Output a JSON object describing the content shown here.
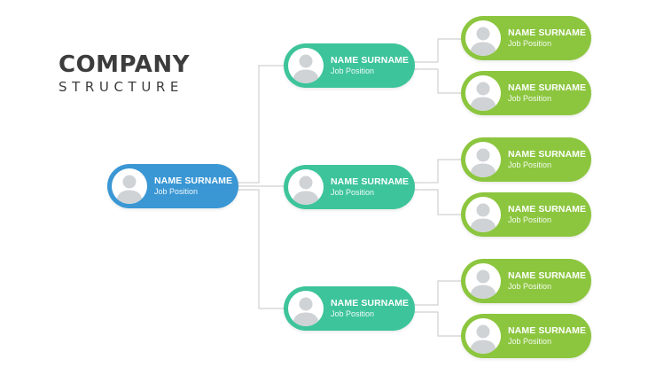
{
  "title": {
    "main": "COMPANY",
    "sub": "STRUCTURE"
  },
  "colors": {
    "root": "#3a97d4",
    "level1": "#3dc49a",
    "level2": "#8cc63f",
    "connector": "#d0d0d0",
    "avatar": "#cfd3d6"
  },
  "nodes": {
    "root": {
      "name": "NAME SURNAME",
      "role": "Job Position"
    },
    "l1a": {
      "name": "NAME SURNAME",
      "role": "Job Position"
    },
    "l1b": {
      "name": "NAME SURNAME",
      "role": "Job Position"
    },
    "l1c": {
      "name": "NAME SURNAME",
      "role": "Job Position"
    },
    "l2a": {
      "name": "NAME SURNAME",
      "role": "Job Position"
    },
    "l2b": {
      "name": "NAME SURNAME",
      "role": "Job Position"
    },
    "l2c": {
      "name": "NAME SURNAME",
      "role": "Job Position"
    },
    "l2d": {
      "name": "NAME SURNAME",
      "role": "Job Position"
    },
    "l2e": {
      "name": "NAME SURNAME",
      "role": "Job Position"
    },
    "l2f": {
      "name": "NAME SURNAME",
      "role": "Job Position"
    }
  }
}
